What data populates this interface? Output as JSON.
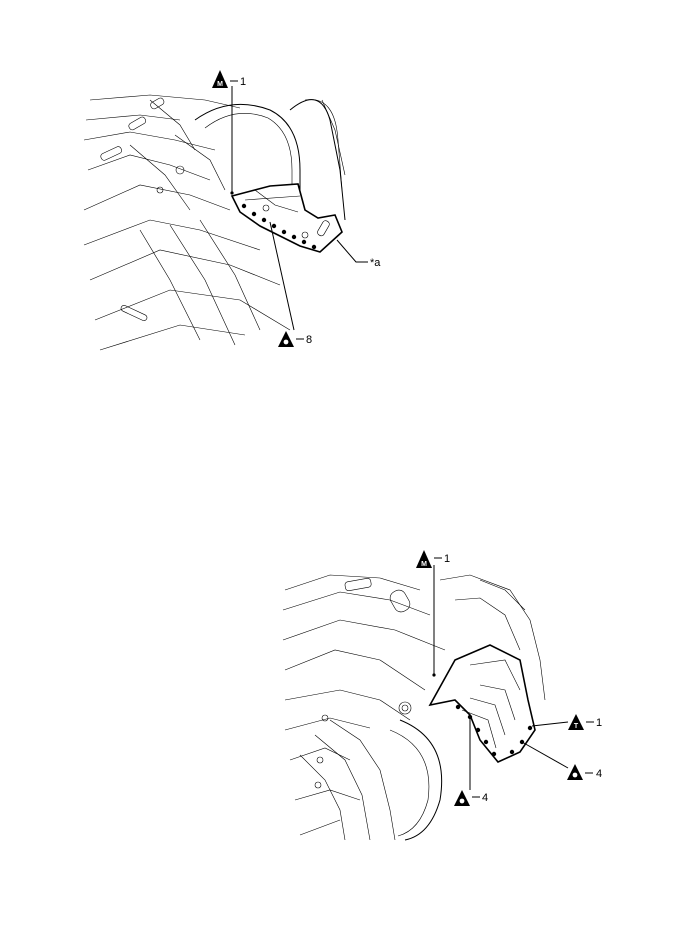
{
  "figures": [
    {
      "callouts": {
        "grease": {
          "symbol": "M",
          "number": "1"
        },
        "clips": {
          "number": "8"
        },
        "part": {
          "text": "*a"
        }
      }
    },
    {
      "callouts": {
        "grease": {
          "symbol": "M",
          "number": "1"
        },
        "tape": {
          "symbol": "T",
          "number": "1"
        },
        "clips_right": {
          "number": "4"
        },
        "clips_bottom": {
          "number": "4"
        }
      }
    }
  ]
}
